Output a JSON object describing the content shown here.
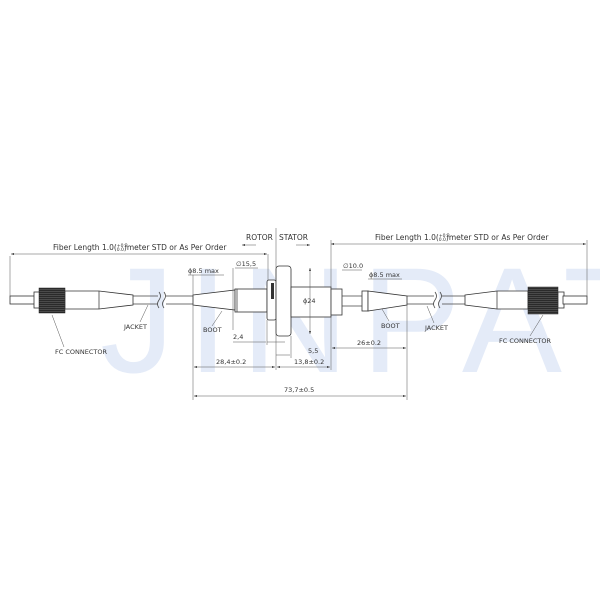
{
  "watermark": "JINPAT",
  "labels": {
    "fiber_length_left": "Fiber Length 1.0(+0.2/0.0)meter STD or As Per Order",
    "fiber_length_right": "Fiber Length 1.0(+0.2/0.0)meter STD or As Per Order",
    "fiber_length_prefix": "Fiber Length 1.0(",
    "tol_upper": "+0.2",
    "tol_lower": "0.0",
    "fiber_length_suffix": ")meter STD or As Per Order",
    "rotor": "ROTOR",
    "stator": "STATOR",
    "jacket_left": "JACKET",
    "jacket_right": "JACKET",
    "boot_left": "BOOT",
    "boot_right": "BOOT",
    "fc_left": "FC CONNECTOR",
    "fc_right": "FC CONNECTOR"
  },
  "dimensions": {
    "d_15_5": "∅15,5",
    "d_8_5_left": "ϕ8.5 max",
    "d_10": "∅10.0",
    "d_8_5_right": "ϕ8.5 max",
    "d_24": "ϕ24",
    "len_2_4": "2,4",
    "len_5_5": "5,5",
    "len_13_8": "13,8±0.2",
    "len_28_4": "28,4±0.2",
    "len_26": "26±0.2",
    "len_73_7": "73,7±0.5"
  }
}
